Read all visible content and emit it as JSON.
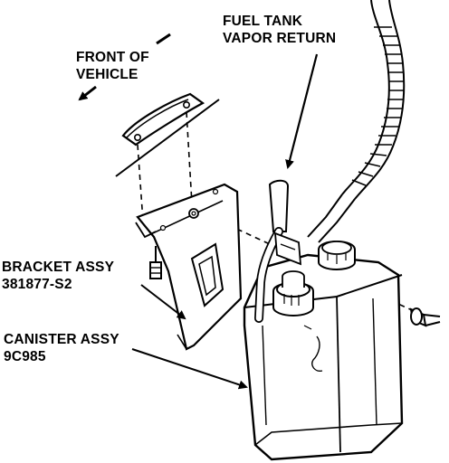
{
  "labels": {
    "front_of_vehicle": {
      "line1": "FRONT OF",
      "line2": "VEHICLE"
    },
    "fuel_tank_vapor_return": {
      "line1": "FUEL TANK",
      "line2": "VAPOR RETURN"
    },
    "bracket_assy": {
      "line1": "BRACKET ASSY",
      "line2": "381877-S2"
    },
    "canister_assy": {
      "line1": "CANISTER ASSY",
      "line2": "9C985"
    }
  },
  "colors": {
    "ink": "#000000",
    "paper": "#ffffff"
  }
}
